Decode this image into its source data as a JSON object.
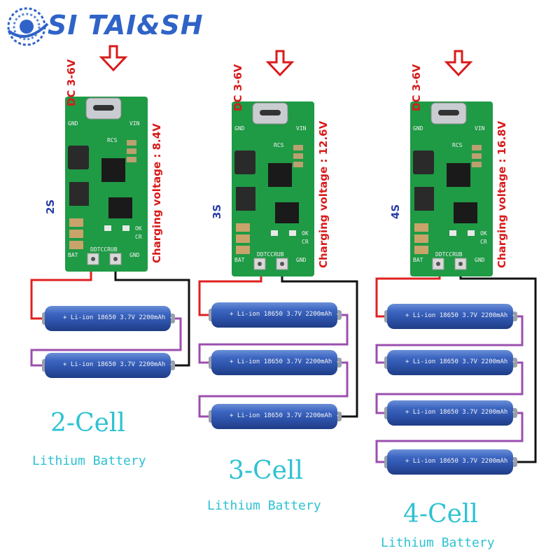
{
  "brand": {
    "name": "SI TAI&SH",
    "color": "#2f63c8"
  },
  "colors": {
    "pcb": "#1f9a45",
    "battery": "#3158b4",
    "accent_red": "#d81b1b",
    "cyan_text": "#2ec2d2",
    "wire_red": "#e02020",
    "wire_black": "#111111",
    "wire_purple": "#9b4fae"
  },
  "modules": [
    {
      "input_label": "DC 3-6V",
      "charging_label": "Charging voltage : 8.4V",
      "series_label": "2S",
      "silk": {
        "gnd": "GND",
        "vin": "VIN",
        "rcs": "RCS",
        "ok": "OK",
        "cr": "CR",
        "bat": "BAT",
        "code": "DDTCCRUB",
        "gnd2": "GND"
      }
    },
    {
      "input_label": "DC 3-6V",
      "charging_label": "Charging voltage : 12.6V",
      "series_label": "3S",
      "silk": {
        "gnd": "GND",
        "vin": "VIN",
        "rcs": "RCS",
        "ok": "OK",
        "cr": "CR",
        "bat": "BAT",
        "code": "DDTCCRUB",
        "gnd2": "GND"
      }
    },
    {
      "input_label": "DC 3-6V",
      "charging_label": "Charging voltage : 16.8V",
      "series_label": "4S",
      "silk": {
        "gnd": "GND",
        "vin": "VIN",
        "rcs": "RCS",
        "ok": "OK",
        "cr": "CR",
        "bat": "BAT",
        "code": "DDTCCRUB",
        "gnd2": "GND"
      }
    }
  ],
  "battery_label": "+ Li-ion 18650 3.7V 2200mAh -",
  "groups": [
    {
      "title": "2-Cell",
      "subtitle": "Lithium Battery"
    },
    {
      "title": "3-Cell",
      "subtitle": "Lithium Battery"
    },
    {
      "title": "4-Cell",
      "subtitle": "Lithium Battery"
    }
  ]
}
